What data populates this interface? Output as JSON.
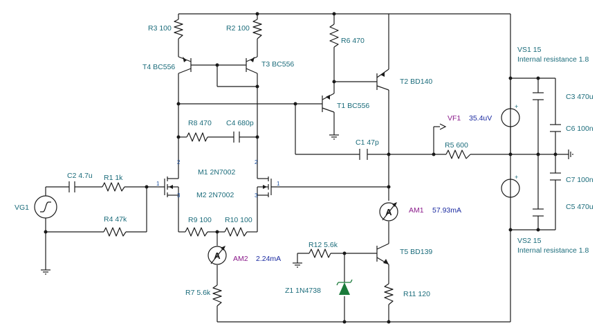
{
  "components": {
    "R3": "R3 100",
    "R2": "R2 100",
    "R6": "R6 470",
    "T4": "T4 BC556",
    "T3": "T3 BC556",
    "T2": "T2 BD140",
    "T1": "T1 BC556",
    "R8": "R8 470",
    "C4": "C4 680p",
    "C1": "C1 47p",
    "R5": "R5 600",
    "C2": "C2 4.7u",
    "R1": "R1 1k",
    "M1": "M1 2N7002",
    "M2": "M2 2N7002",
    "VG1": "VG1",
    "R4": "R4 47k",
    "R9": "R9 100",
    "R10": "R10 100",
    "R12": "R12 5.6k",
    "T5": "T5 BD139",
    "R7": "R7 5.6k",
    "Z1": "Z1 1N4738",
    "R11": "R11 120",
    "VS1": "VS1 15",
    "VS1_res": "Internal resistance 1.8",
    "VS2": "VS2 15",
    "VS2_res": "Internal resistance 1.8",
    "C3": "C3 470u",
    "C6": "C6 100n",
    "C7": "C7 100n",
    "C5": "C5 470u"
  },
  "meters": {
    "VF1": {
      "name": "VF1",
      "value": "35.4uV"
    },
    "AM1": {
      "name": "AM1",
      "value": "57.93mA"
    },
    "AM2": {
      "name": "AM2",
      "value": "2.24mA"
    }
  },
  "pins": {
    "m1_drain": "2",
    "m1_gate": "1",
    "m1_source": "3",
    "m2_drain": "2",
    "m2_gate": "1",
    "m2_source": "3"
  },
  "icons": {
    "ammeter_symbol": "A",
    "source_plus": "+"
  },
  "colors": {
    "label": "#1a6b7a",
    "meter_name": "#8a1a8a",
    "meter_value": "#1a2aa0",
    "zener": "#1a7a3a",
    "wire": "#1a1a1a"
  }
}
